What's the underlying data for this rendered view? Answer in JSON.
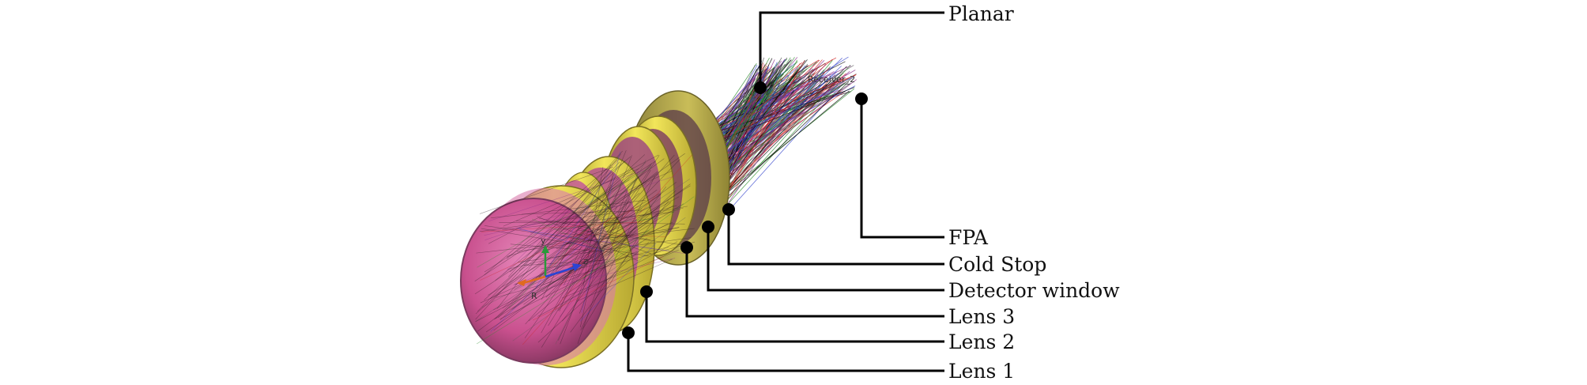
{
  "diagram": {
    "labels": {
      "planar": "Planar",
      "fpa": "FPA",
      "cold_stop": "Cold Stop",
      "detector_window": "Detector window",
      "lens3": "Lens 3",
      "lens2": "Lens 2",
      "lens1": "Lens 1"
    },
    "receiver_tag": "Receiver_2",
    "axis_labels": {
      "y": "y",
      "z": "z",
      "r": "R"
    },
    "colors": {
      "lens_rim": "#e6d84a",
      "lens_face": "#d9609e",
      "leader": "#000000",
      "ray_colors": [
        "#000000",
        "#2a8a2a",
        "#cc2222",
        "#3344cc",
        "#8a2a8a",
        "#555555"
      ]
    }
  }
}
